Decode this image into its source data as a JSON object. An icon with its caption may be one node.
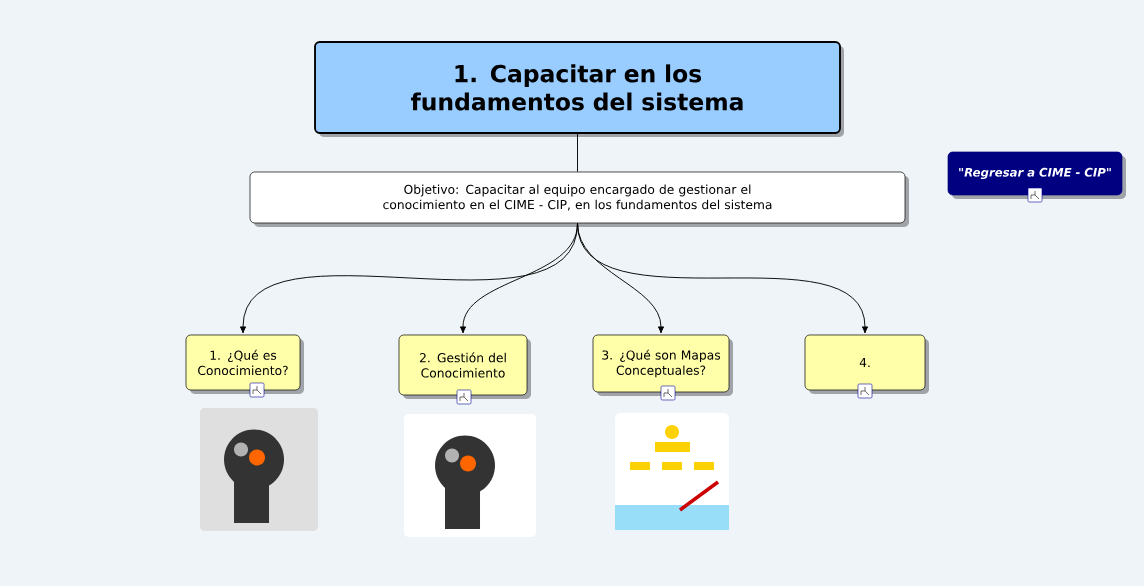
{
  "diagram": {
    "nodes": [
      {
        "text": [
          "1. Capacitar en los fundamentos del sistema"
        ]
      },
      {
        "text": [
          "Objetivo: Capacitar al equipo encargado de gestionar el conocimiento en el CIME - CIP, en los fundamentos del sistema"
        ]
      },
      {
        "text": [
          "1. ¿Qué es Conocimiento?"
        ]
      },
      {
        "text": [
          "2. Gestión del Conocimiento"
        ]
      },
      {
        "text": [
          "3. ¿Qué son Mapas Conceptuales?"
        ]
      },
      {
        "text": [
          "4."
        ]
      },
      {
        "text": [
          "\"Regresar a CIME - CIP\""
        ]
      }
    ],
    "edges": [
      {
        "from": 0,
        "to": 1,
        "arrow": "none"
      },
      {
        "from": 1,
        "to": 2,
        "arrow": "to"
      },
      {
        "from": 1,
        "to": 3,
        "arrow": "to"
      },
      {
        "from": 1,
        "to": 4,
        "arrow": "to"
      },
      {
        "from": 1,
        "to": 5,
        "arrow": "to"
      }
    ]
  }
}
